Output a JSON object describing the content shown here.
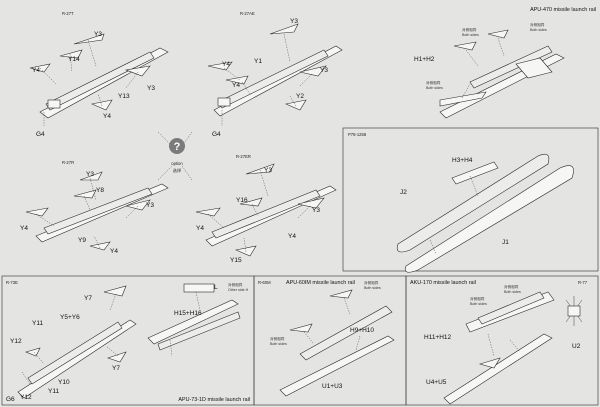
{
  "panels": {
    "r27t": {
      "code": "R-27T",
      "labels": {
        "y3": "Y3",
        "y14": "Y14",
        "y4a": "Y4",
        "y13": "Y13",
        "y3b": "Y3",
        "y4b": "Y4",
        "g4": "G4"
      }
    },
    "r27ae": {
      "code": "R-27AE",
      "labels": {
        "y3": "Y3",
        "y4a": "Y4",
        "y1": "Y1",
        "y4b": "Y4",
        "y3b": "Y3",
        "y2": "Y2",
        "g4": "G4"
      }
    },
    "r27r": {
      "code": "R-27R",
      "labels": {
        "y3": "Y3",
        "y8": "Y8",
        "y3b": "Y3",
        "y4a": "Y4",
        "y9": "Y9",
        "y4b": "Y4"
      }
    },
    "r27er": {
      "code": "R-27ER",
      "labels": {
        "y3": "Y3",
        "y16": "Y16",
        "y3b": "Y3",
        "y4a": "Y4",
        "y4b": "Y4",
        "y15": "Y15"
      }
    },
    "apu470": {
      "title": "APU-470 missile launch rail",
      "assembly": "H1+H2",
      "both_sides_cn": "对侧相同",
      "both_sides_en": "Both sides"
    },
    "p78": {
      "code": "P78-1258",
      "labels": {
        "h34": "H3+H4",
        "j2": "J2",
        "j1": "J1"
      }
    },
    "r73e": {
      "code": "R-73E",
      "title": "APU-73-1D missile launch rail",
      "labels": {
        "y7": "Y7",
        "y11": "Y11",
        "y56": "Y5+Y6",
        "y12": "Y12",
        "y7b": "Y7",
        "g6": "G6",
        "y12b": "Y12",
        "y10": "Y10",
        "y11b": "Y11",
        "h1516": "H15+H16",
        "l": "L"
      },
      "note_cn": "对侧相同",
      "note_en": "Other side H"
    },
    "apu60": {
      "code": "R-60M",
      "title": "APU-60IM missile launch rail",
      "labels": {
        "h910": "H9+H10",
        "u13": "U1+U3"
      },
      "both_sides_cn": "对侧相同",
      "both_sides_en": "Both sides"
    },
    "aku170": {
      "title": "AKU-170 missile launch rail",
      "labels": {
        "h1112": "H11+H12",
        "u45": "U4+U5"
      },
      "both_sides_cn": "对侧相同",
      "both_sides_en": "Both sides"
    },
    "r77": {
      "code": "R-77",
      "labels": {
        "u2": "U2"
      }
    }
  },
  "option": {
    "symbol": "?",
    "en": "option",
    "cn": "选择"
  }
}
